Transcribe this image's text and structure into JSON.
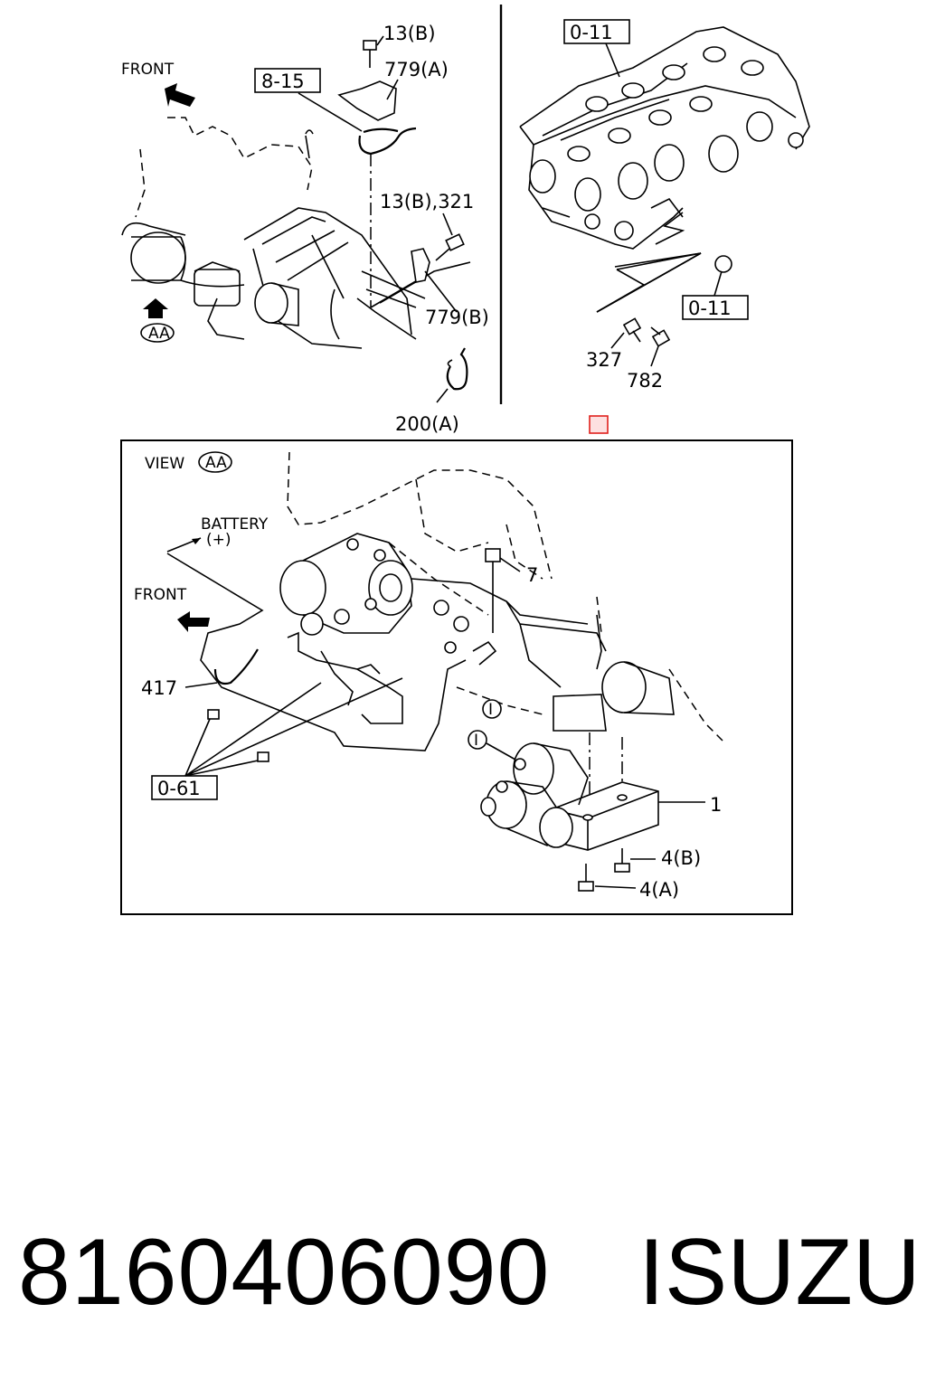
{
  "labels": {
    "front_top": "FRONT",
    "ref_8_15": "8-15",
    "part_13b": "13(B)",
    "part_779a": "779(A)",
    "part_13b_321": "13(B),321",
    "part_779b": "779(B)",
    "view_aa_marker": "AA",
    "part_200a": "200(A)",
    "ref_0_11_top": "0-11",
    "ref_0_11_mid": "0-11",
    "part_327": "327",
    "part_782": "782",
    "view_label": "VIEW",
    "view_aa": "AA",
    "battery": "BATTERY",
    "battery_plus": "(+)",
    "front_bottom": "FRONT",
    "part_7": "7",
    "part_417": "417",
    "ref_0_61": "0-61",
    "part_1": "1",
    "part_4b": "4(B)",
    "part_4a": "4(A)",
    "callout_i_1": "I",
    "callout_i_2": "I"
  },
  "footer": {
    "part_number": "8160406090",
    "brand": "ISUZU"
  },
  "colors": {
    "marker_red": "#e0201c",
    "marker_fill": "#fde0e0"
  }
}
